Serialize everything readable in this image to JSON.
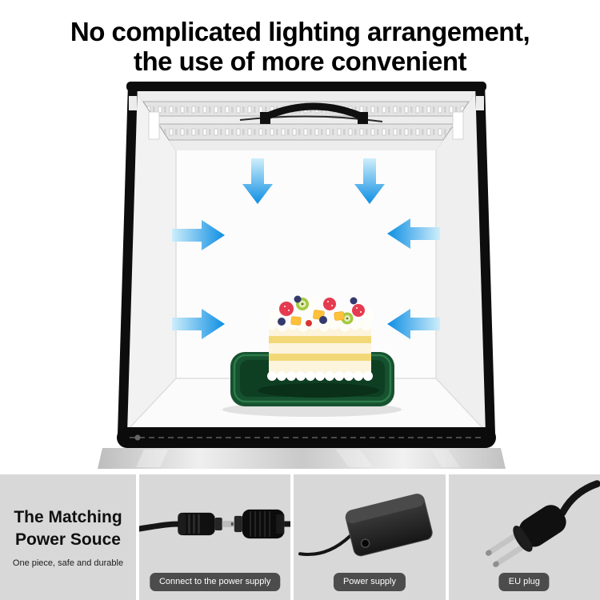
{
  "headline": {
    "line1": "No complicated lighting arrangement,",
    "line2": "the use of more convenient"
  },
  "illustration": {
    "name": "photo-light-box-with-cake",
    "elements": [
      "led-ceiling-panel",
      "carry-handle",
      "down-arrow-icon",
      "right-arrow-icon",
      "left-arrow-icon",
      "fruit-cake-on-green-tray",
      "black-base-bar",
      "silver-foil-base"
    ],
    "arrow_directions": [
      "down",
      "down",
      "right",
      "right",
      "left",
      "left"
    ]
  },
  "colors": {
    "arrow_blue": "#0e8ee2",
    "arrow_light": "#cdeefb",
    "tray_green": "#16522f",
    "strip_bg": "#d8d8d8",
    "label_bg": "#383838",
    "headline_text": "#000000"
  },
  "bottom": {
    "heading_line1": "The Matching",
    "heading_line2": "Power Souce",
    "subtitle": "One piece, safe and durable",
    "items": [
      {
        "label": "Connect to the power supply",
        "icon": "dc-connector-image"
      },
      {
        "label": "Power supply",
        "icon": "power-adapter-image"
      },
      {
        "label": "EU plug",
        "icon": "eu-plug-image"
      }
    ]
  }
}
